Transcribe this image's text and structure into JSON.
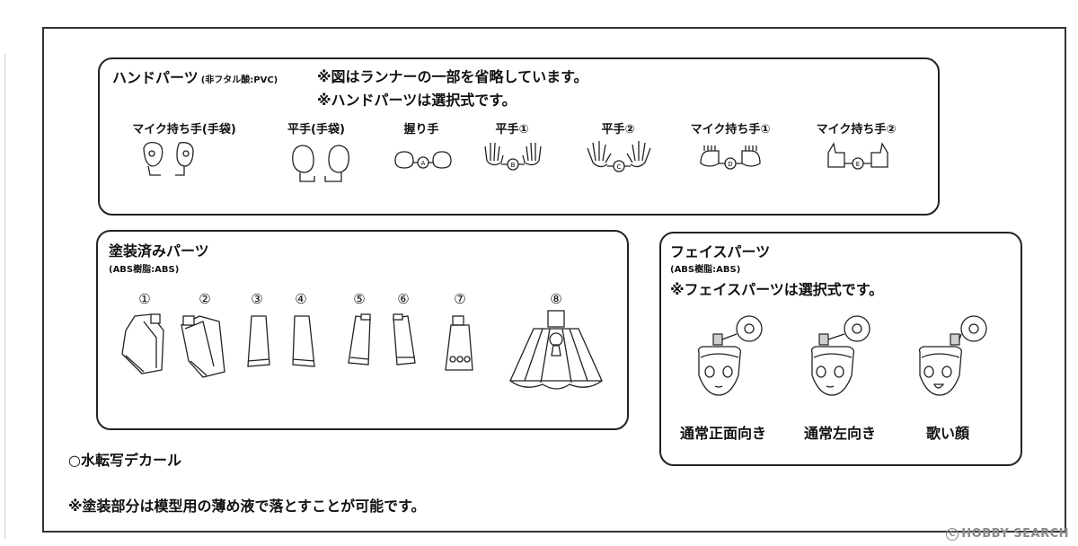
{
  "hand_parts": {
    "title": "ハンドパーツ",
    "material": "(非フタル酸:PVC)",
    "note1": "※図はランナーの一部を省略しています。",
    "note2": "※ハンドパーツは選択式です。",
    "items": [
      {
        "label": "マイク持ち手(手袋)"
      },
      {
        "label": "平手(手袋)"
      },
      {
        "label": "握り手",
        "runner": "A"
      },
      {
        "label": "平手①",
        "runner": "B"
      },
      {
        "label": "平手②",
        "runner": "C"
      },
      {
        "label": "マイク持ち手①",
        "runner": "D"
      },
      {
        "label": "マイク持ち手②",
        "runner": "E"
      }
    ]
  },
  "painted_parts": {
    "title": "塗装済みパーツ",
    "material": "(ABS樹脂:ABS)",
    "numbers": [
      "①",
      "②",
      "③",
      "④",
      "⑤",
      "⑥",
      "⑦",
      "⑧"
    ]
  },
  "face_parts": {
    "title": "フェイスパーツ",
    "material": "(ABS樹脂:ABS)",
    "note": "※フェイスパーツは選択式です。",
    "faces": [
      {
        "label": "通常正面向き"
      },
      {
        "label": "通常左向き"
      },
      {
        "label": "歌い顔"
      }
    ]
  },
  "decal": "○水転写デカール",
  "footer_note": "※塗装部分は模型用の薄め液で落とすことが可能です。",
  "watermark": {
    "symbol": "C",
    "text": "HOBBY SEARCH"
  }
}
